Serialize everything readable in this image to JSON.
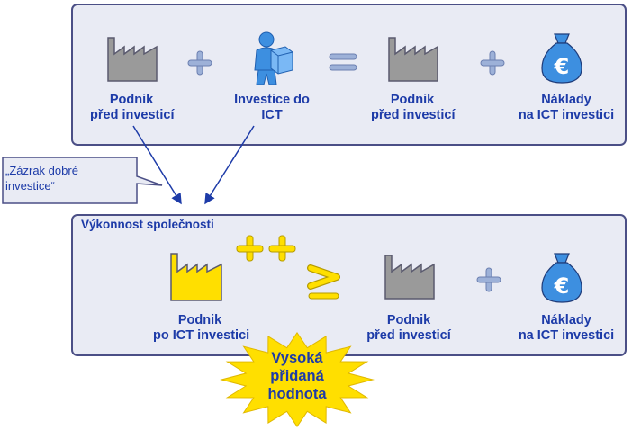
{
  "top_row": {
    "item1": {
      "line1": "Podnik",
      "line2": "před investicí",
      "icon": "factory-icon"
    },
    "item2": {
      "line1": "Investice do",
      "line2": "ICT",
      "icon": "worker-with-box-icon"
    },
    "item3": {
      "line1": "Podnik",
      "line2": "před investicí",
      "icon": "factory-icon"
    },
    "item4": {
      "line1": "Náklady",
      "line2": "na ICT investici",
      "icon": "euro-money-bag-icon"
    },
    "operators": [
      "+",
      "=",
      "+"
    ]
  },
  "callout": {
    "line1": "„Zázrak dobré",
    "line2": "investice“"
  },
  "bottom_row": {
    "title": "Výkonnost společnosti",
    "item1": {
      "line1": "Podnik",
      "line2": "po ICT investici",
      "icon": "factory-highlighted-icon"
    },
    "boost": "++",
    "operator": "≥",
    "item2": {
      "line1": "Podnik",
      "line2": "před investicí",
      "icon": "factory-icon"
    },
    "plus": "+",
    "item3": {
      "line1": "Náklady",
      "line2": "na ICT investici",
      "icon": "euro-money-bag-icon"
    }
  },
  "burst": {
    "line1": "Vysoká",
    "line2": "přidaná",
    "line3": "hodnota"
  },
  "colors": {
    "panel_fill": "#e9ebf4",
    "panel_border": "#4b4f86",
    "text_blue": "#1d3ba8",
    "factory_gray": "#9a9a9a",
    "highlight_yellow": "#ffdf00",
    "icon_blue": "#3d8fe0"
  }
}
